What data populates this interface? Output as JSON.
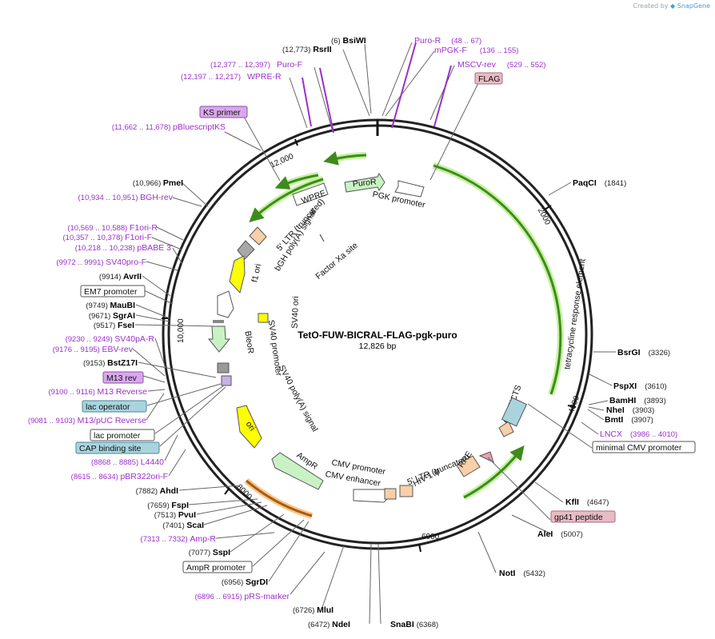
{
  "watermark": {
    "created_by": "Created by",
    "brand": "SnapGene"
  },
  "plasmid": {
    "name": "TetO-FUW-BICRAL-FLAG-pgk-puro",
    "length": "12,826 bp"
  },
  "ticks": [
    "2000",
    "4000",
    "6000",
    "8000",
    "10,000",
    "12,000"
  ],
  "enzymes_top": [
    {
      "pos": "(6)",
      "name": "BsiWI"
    },
    {
      "pos": "(12,773)",
      "name": "RsrII"
    }
  ],
  "primers_top": [
    {
      "name": "Puro-R",
      "pos": "(48 .. 67)"
    },
    {
      "name": "mPGK-F",
      "pos": "(136 .. 155)"
    },
    {
      "name": "MSCV-rev",
      "pos": "(529 .. 552)"
    },
    {
      "name": "Puro-F",
      "pos": "(12,377 .. 12,397)"
    },
    {
      "name": "WPRE-R",
      "pos": "(12,197 .. 12,217)"
    }
  ],
  "boxed_top": {
    "flag": "FLAG",
    "ks": "KS primer"
  },
  "left_labels": [
    {
      "type": "primer",
      "pos": "(11,662 .. 11,678)",
      "name": "pBluescriptKS"
    },
    {
      "type": "enzyme",
      "pos": "(10,966)",
      "name": "PmeI"
    },
    {
      "type": "primer",
      "pos": "(10,934 .. 10,951)",
      "name": "BGH-rev"
    },
    {
      "type": "primer",
      "pos": "(10,569 .. 10,588)",
      "name": "F1ori-R"
    },
    {
      "type": "primer",
      "pos": "(10,357 .. 10,378)",
      "name": "F1ori-F"
    },
    {
      "type": "primer",
      "pos": "(10,218 .. 10,238)",
      "name": "pBABE 3'"
    },
    {
      "type": "primer",
      "pos": "(9972 .. 9991)",
      "name": "SV40pro-F"
    },
    {
      "type": "enzyme",
      "pos": "(9914)",
      "name": "AvrII"
    },
    {
      "type": "box",
      "name": "EM7 promoter"
    },
    {
      "type": "enzyme",
      "pos": "(9749)",
      "name": "MauBI"
    },
    {
      "type": "enzyme",
      "pos": "(9671)",
      "name": "SgrAI"
    },
    {
      "type": "enzyme",
      "pos": "(9517)",
      "name": "FseI"
    },
    {
      "type": "primer",
      "pos": "(9230 .. 9249)",
      "name": "SV40pA-R"
    },
    {
      "type": "primer",
      "pos": "(9176 .. 9195)",
      "name": "EBV-rev"
    },
    {
      "type": "enzyme",
      "pos": "(9153)",
      "name": "BstZ17I"
    },
    {
      "type": "box_purple",
      "name": "M13 rev"
    },
    {
      "type": "primer",
      "pos": "(9100 .. 9116)",
      "name": "M13 Reverse"
    },
    {
      "type": "box_blue",
      "name": "lac operator"
    },
    {
      "type": "primer",
      "pos": "(9081 .. 9103)",
      "name": "M13/pUC Reverse"
    },
    {
      "type": "box",
      "name": "lac promoter"
    },
    {
      "type": "box_blue",
      "name": "CAP binding site"
    },
    {
      "type": "primer",
      "pos": "(8868 .. 8885)",
      "name": "L4440"
    },
    {
      "type": "primer",
      "pos": "(8615 .. 8634)",
      "name": "pBR322ori-F"
    },
    {
      "type": "enzyme",
      "pos": "(7882)",
      "name": "AhdI"
    },
    {
      "type": "enzyme",
      "pos": "(7659)",
      "name": "FspI"
    },
    {
      "type": "enzyme",
      "pos": "(7513)",
      "name": "PvuI"
    },
    {
      "type": "enzyme",
      "pos": "(7401)",
      "name": "ScaI"
    },
    {
      "type": "primer",
      "pos": "(7313 .. 7332)",
      "name": "Amp-R"
    },
    {
      "type": "enzyme",
      "pos": "(7077)",
      "name": "SspI"
    },
    {
      "type": "box",
      "name": "AmpR promoter"
    },
    {
      "type": "enzyme",
      "pos": "(6956)",
      "name": "SgrDI"
    },
    {
      "type": "primer",
      "pos": "(6896 .. 6915)",
      "name": "pRS-marker"
    }
  ],
  "bottom_labels": [
    {
      "pos": "(6726)",
      "name": "MluI"
    },
    {
      "pos": "(6472)",
      "name": "NdeI"
    },
    {
      "name": "SnaBI",
      "pos": "(6368)"
    }
  ],
  "right_labels": [
    {
      "type": "enzyme",
      "name": "PaqCI",
      "pos": "(1841)"
    },
    {
      "type": "enzyme",
      "name": "BsrGI",
      "pos": "(3326)"
    },
    {
      "type": "enzyme",
      "name": "PspXI",
      "pos": "(3610)"
    },
    {
      "type": "enzyme",
      "name": "BamHI",
      "pos": "(3893)"
    },
    {
      "type": "enzyme",
      "name": "NheI",
      "pos": "(3903)"
    },
    {
      "type": "enzyme",
      "name": "BmtI",
      "pos": "(3907)"
    },
    {
      "type": "primer",
      "name": "LNCX",
      "pos": "(3986 .. 4010)"
    },
    {
      "type": "box",
      "name": "minimal CMV promoter"
    },
    {
      "type": "enzyme",
      "name": "KflI",
      "pos": "(4647)"
    },
    {
      "type": "box_pink",
      "name": "gp41 peptide"
    },
    {
      "type": "enzyme",
      "name": "AleI",
      "pos": "(5007)"
    },
    {
      "type": "enzyme",
      "name": "NotI",
      "pos": "(5432)"
    }
  ],
  "features": {
    "puror": "PuroR",
    "wpre": "WPRE",
    "pgk_promoter": "PGK promoter",
    "ltr5_trunc_top": "5' LTR (truncated)",
    "bgh_polya": "bGH poly(A) signal",
    "factor_xa": "Factor Xa site",
    "f1_ori": "f1 ori",
    "sv40_ori": "SV40 ori",
    "sv40_promoter": "SV40 promoter",
    "bleor": "BleoR",
    "sv40_polya": "SV40 poly(A) signal",
    "ori": "ori",
    "ampr": "AmpR",
    "cmv_promoter": "CMV promoter",
    "cmv_enhancer": "CMV enhancer",
    "ltr5_trunc_bottom": "5' LTR (truncated)",
    "hiv_psi": "HIV-1 ψ",
    "rre": "RRE",
    "cppt": "cPPT/CTS",
    "tre": "tetracycline response element"
  },
  "colors": {
    "backbone": "#222222",
    "green_arrow": "#3c8c1c",
    "green_glow": "#c6f0a0",
    "orange_arrow": "#a85a10",
    "orange_glow": "#f6c78a",
    "primer": "#9b30c8",
    "box_purple": "#d9a8ec",
    "box_blue": "#a9d4de",
    "box_pink": "#e8bcc4",
    "feature_green": "#c9f2c4",
    "feature_yellow": "#ffff00",
    "feature_peach": "#f8cfa8"
  }
}
